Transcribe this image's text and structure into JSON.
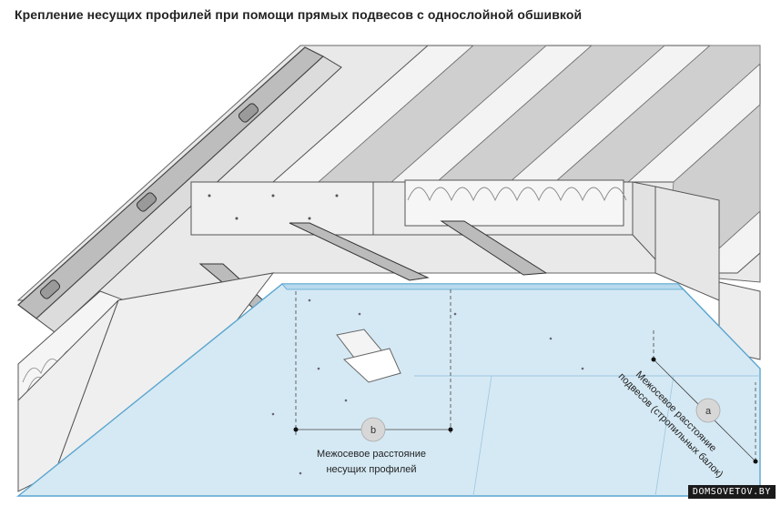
{
  "title": "Крепление несущих профилей при помощи прямых подвесов с однослойной обшивкой",
  "markers": {
    "b": "b",
    "a": "a"
  },
  "labels": {
    "profiles_spacing_line1": "Межосевое расстояние",
    "profiles_spacing_line2": "несущих профилей",
    "hangers_spacing_line1": "Межосевое расстояние",
    "hangers_spacing_line2": "подвесов (стропильных балок)"
  },
  "watermark": "DOMSOVETOV.BY",
  "colors": {
    "board": "#d6eaf5",
    "board_edge": "#5aa5cf",
    "wood": "#ececec",
    "line": "#555555",
    "roof_shade": "#cfcfcf",
    "insulation": "#f4f4f4"
  }
}
